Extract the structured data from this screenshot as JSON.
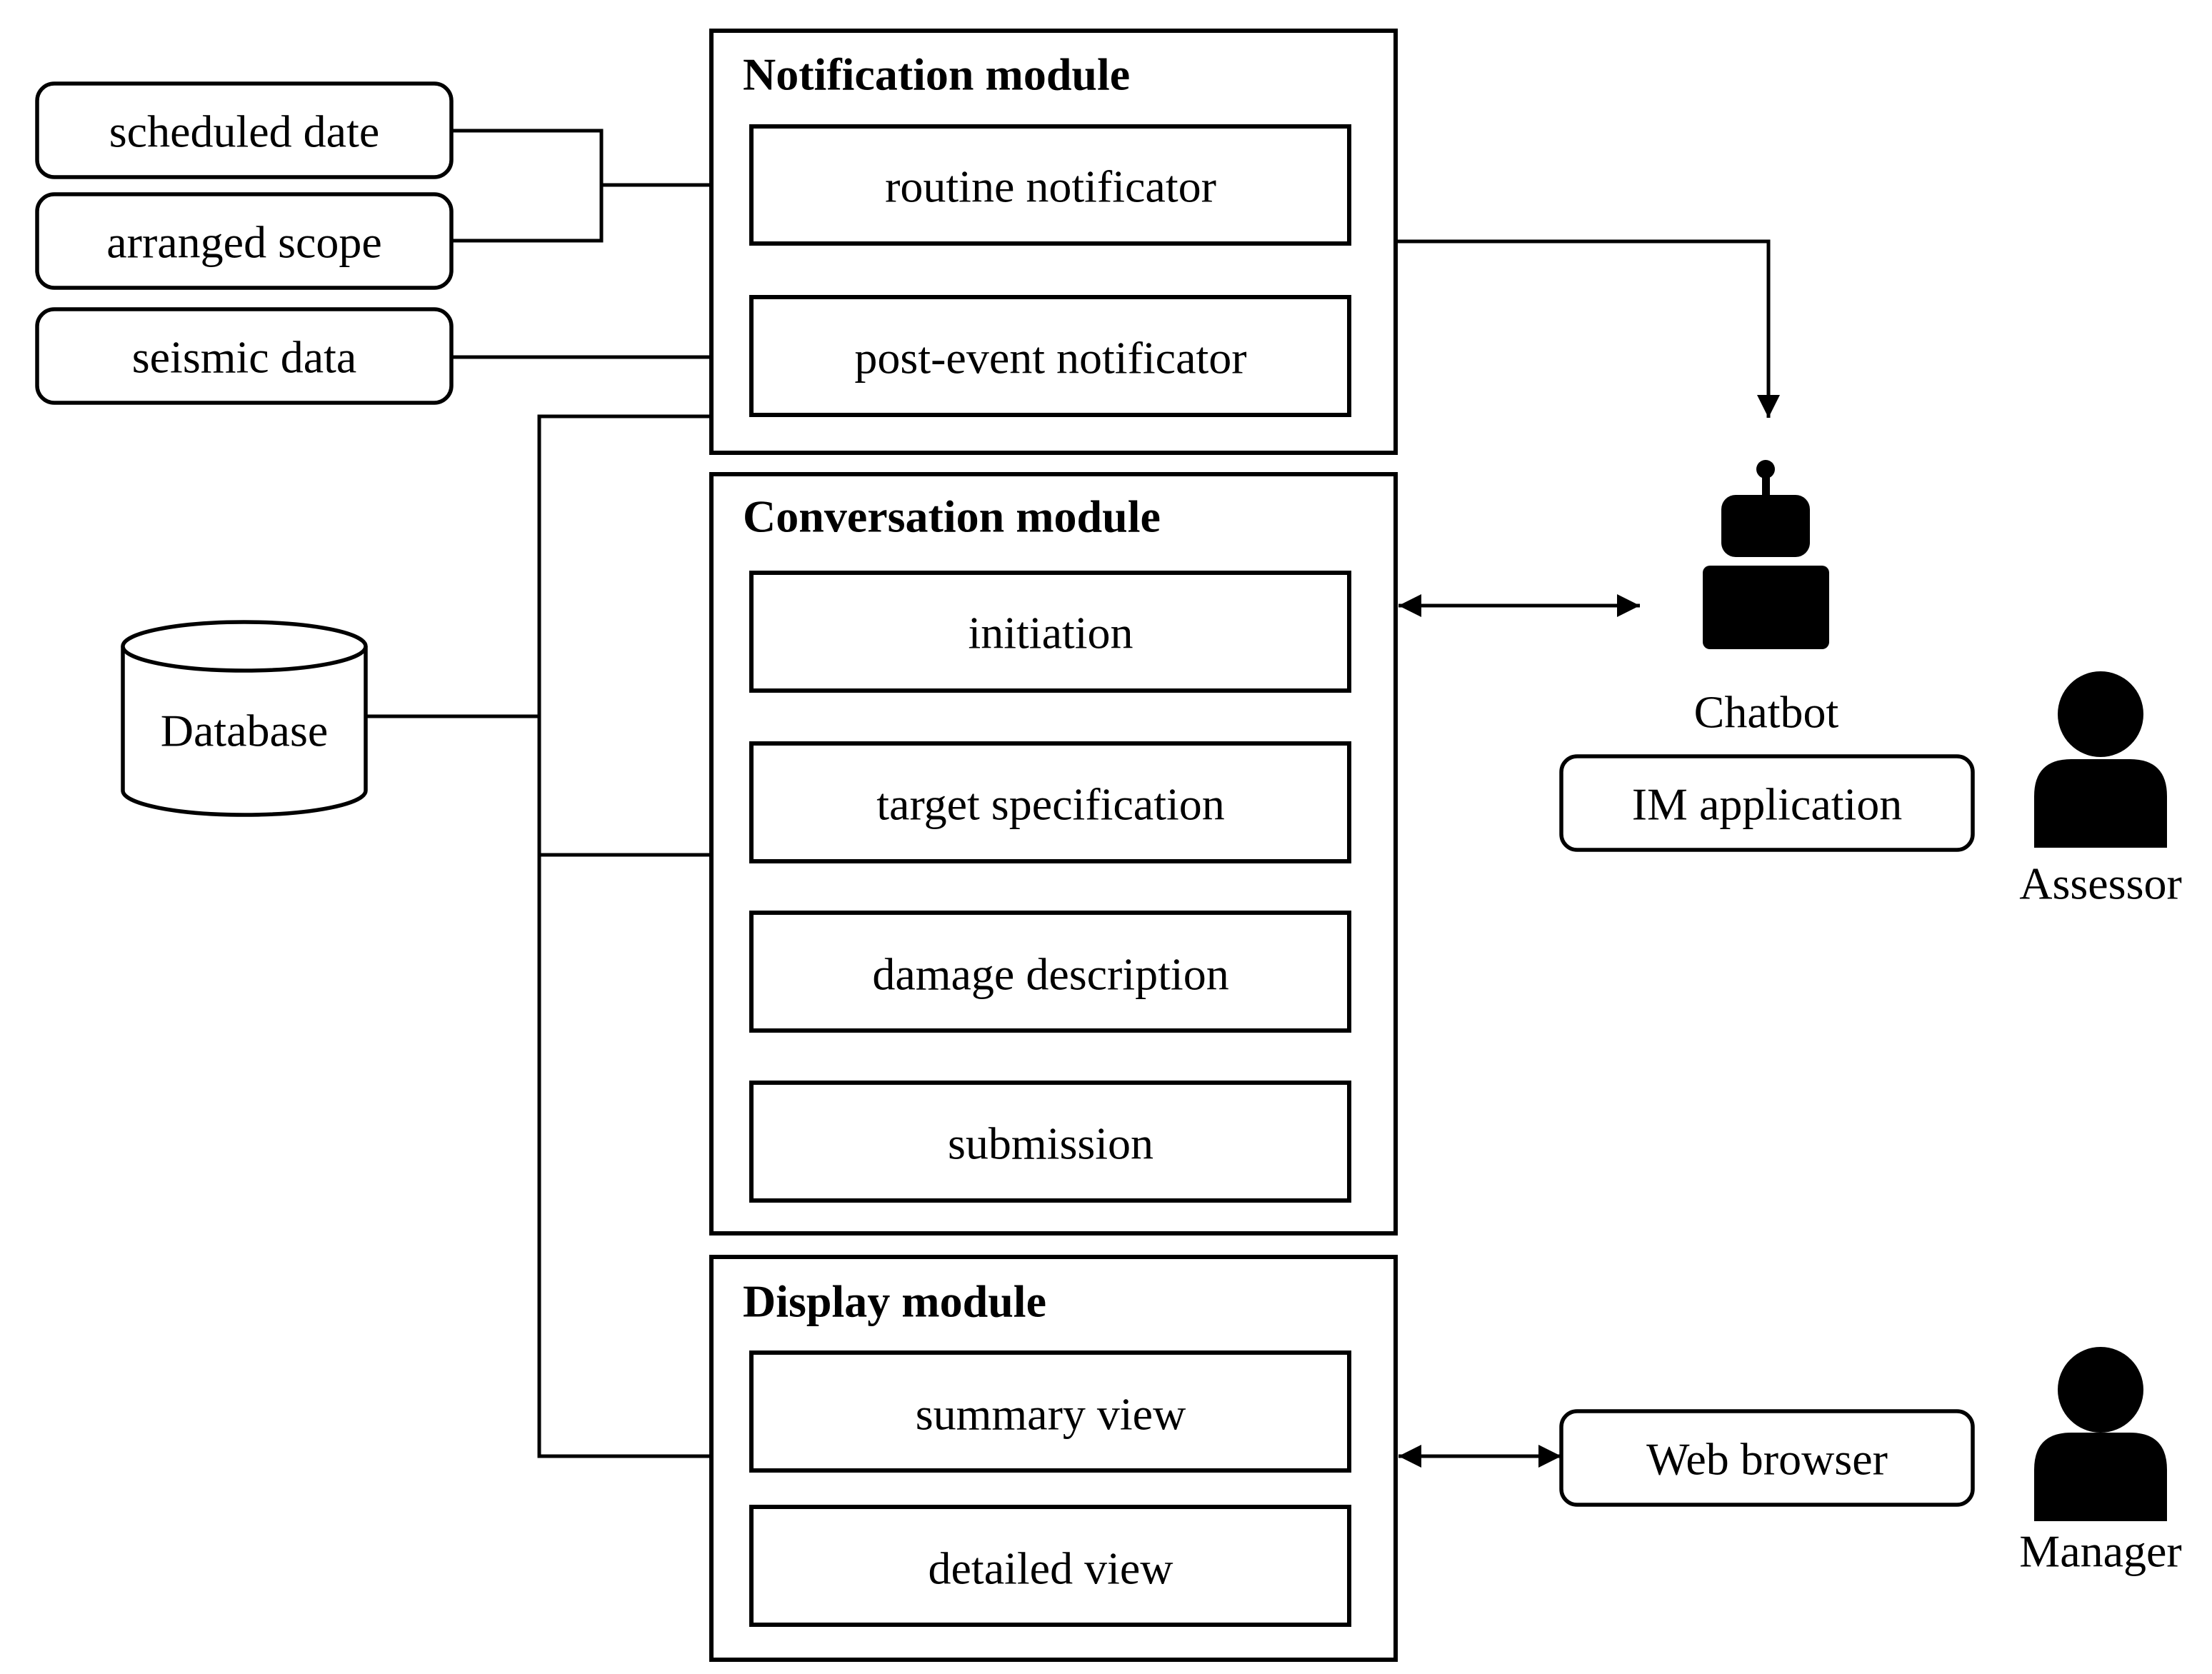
{
  "inputs": {
    "scheduled_date": "scheduled date",
    "arranged_scope": "arranged scope",
    "seismic_data": "seismic data"
  },
  "database": {
    "label": "Database"
  },
  "notification_module": {
    "title": "Notification module",
    "items": [
      "routine notificator",
      "post-event notificator"
    ]
  },
  "conversation_module": {
    "title": "Conversation module",
    "items": [
      "initiation",
      "target specification",
      "damage description",
      "submission"
    ]
  },
  "display_module": {
    "title": "Display module",
    "items": [
      "summary view",
      "detailed view"
    ]
  },
  "chatbot": {
    "label": "Chatbot",
    "icon": "robot-icon"
  },
  "im_application": {
    "label": "IM application"
  },
  "web_browser": {
    "label": "Web browser"
  },
  "assessor": {
    "label": "Assessor",
    "icon": "person-icon"
  },
  "manager": {
    "label": "Manager",
    "icon": "person-icon"
  }
}
